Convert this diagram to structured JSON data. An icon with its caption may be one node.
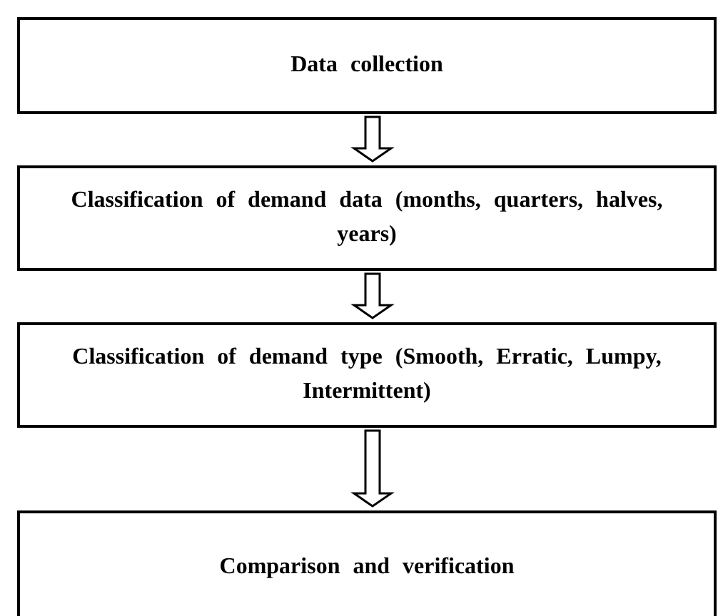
{
  "diagram": {
    "nodes": [
      {
        "text": [
          "Data collection"
        ]
      },
      {
        "text": [
          "Classification of demand data (months, quarters, halves, years)"
        ]
      },
      {
        "text": [
          "Classification of demand type (Smooth, Erratic, Lumpy, Intermittent)"
        ]
      },
      {
        "text": [
          "Comparison and verification"
        ]
      }
    ],
    "edges": [
      {
        "from": 0,
        "to": 1,
        "arrow": "to"
      },
      {
        "from": 1,
        "to": 2,
        "arrow": "to"
      },
      {
        "from": 2,
        "to": 3,
        "arrow": "to"
      }
    ]
  }
}
